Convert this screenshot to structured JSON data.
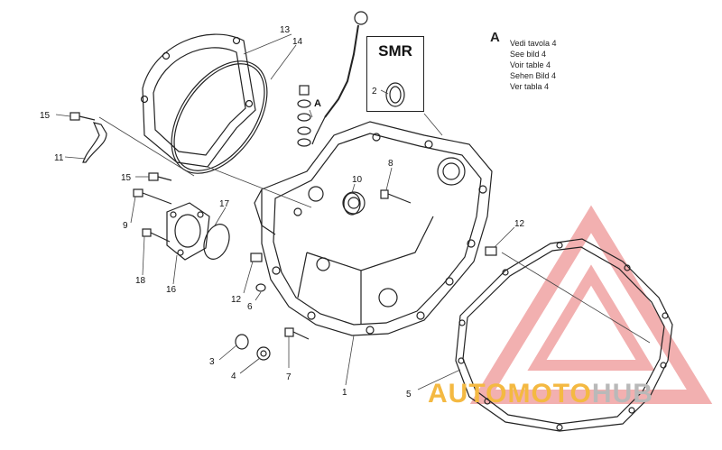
{
  "callouts": [
    {
      "id": "13",
      "label": "13"
    },
    {
      "id": "14",
      "label": "14"
    },
    {
      "id": "15a",
      "label": "15"
    },
    {
      "id": "11",
      "label": "11"
    },
    {
      "id": "15b",
      "label": "15"
    },
    {
      "id": "9",
      "label": "9"
    },
    {
      "id": "17",
      "label": "17"
    },
    {
      "id": "18",
      "label": "18"
    },
    {
      "id": "16",
      "label": "16"
    },
    {
      "id": "A",
      "label": "A"
    },
    {
      "id": "10",
      "label": "10"
    },
    {
      "id": "8",
      "label": "8"
    },
    {
      "id": "2",
      "label": "2"
    },
    {
      "id": "12a",
      "label": "12"
    },
    {
      "id": "12b",
      "label": "12"
    },
    {
      "id": "6",
      "label": "6"
    },
    {
      "id": "3",
      "label": "3"
    },
    {
      "id": "4",
      "label": "4"
    },
    {
      "id": "7",
      "label": "7"
    },
    {
      "id": "1",
      "label": "1"
    },
    {
      "id": "5",
      "label": "5"
    }
  ],
  "smr": {
    "label": "SMR"
  },
  "note": {
    "letter": "A",
    "lines": [
      "Vedi tavola 4",
      "See bild 4",
      "Voir table 4",
      "Sehen Bild 4",
      "Ver tabla 4"
    ]
  },
  "watermark": {
    "part1": "AUTOMOTO",
    "part2": "HUB",
    "color_main": "#f4b942",
    "color_alt": "#b9b9b9",
    "logo_color": "#e87070"
  }
}
